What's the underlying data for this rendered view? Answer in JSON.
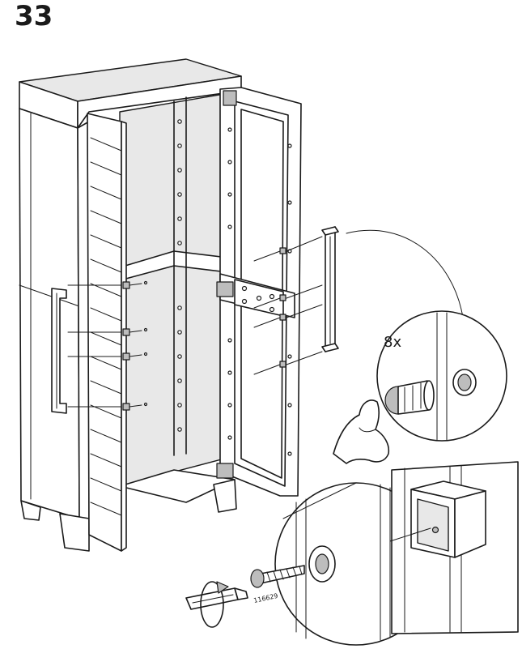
{
  "step": {
    "number": "33"
  },
  "callouts": {
    "quantity": "8x",
    "part_number": "116629"
  },
  "icons": {
    "cabinet": "cabinet-illustration",
    "door": "open-door-illustration",
    "handle": "door-handle-icon",
    "peg": "plastic-peg-icon",
    "screw": "screw-icon",
    "screwdriver": "screwdriver-icon",
    "hand": "hand-icon",
    "rotation": "clockwise-rotation-icon"
  }
}
